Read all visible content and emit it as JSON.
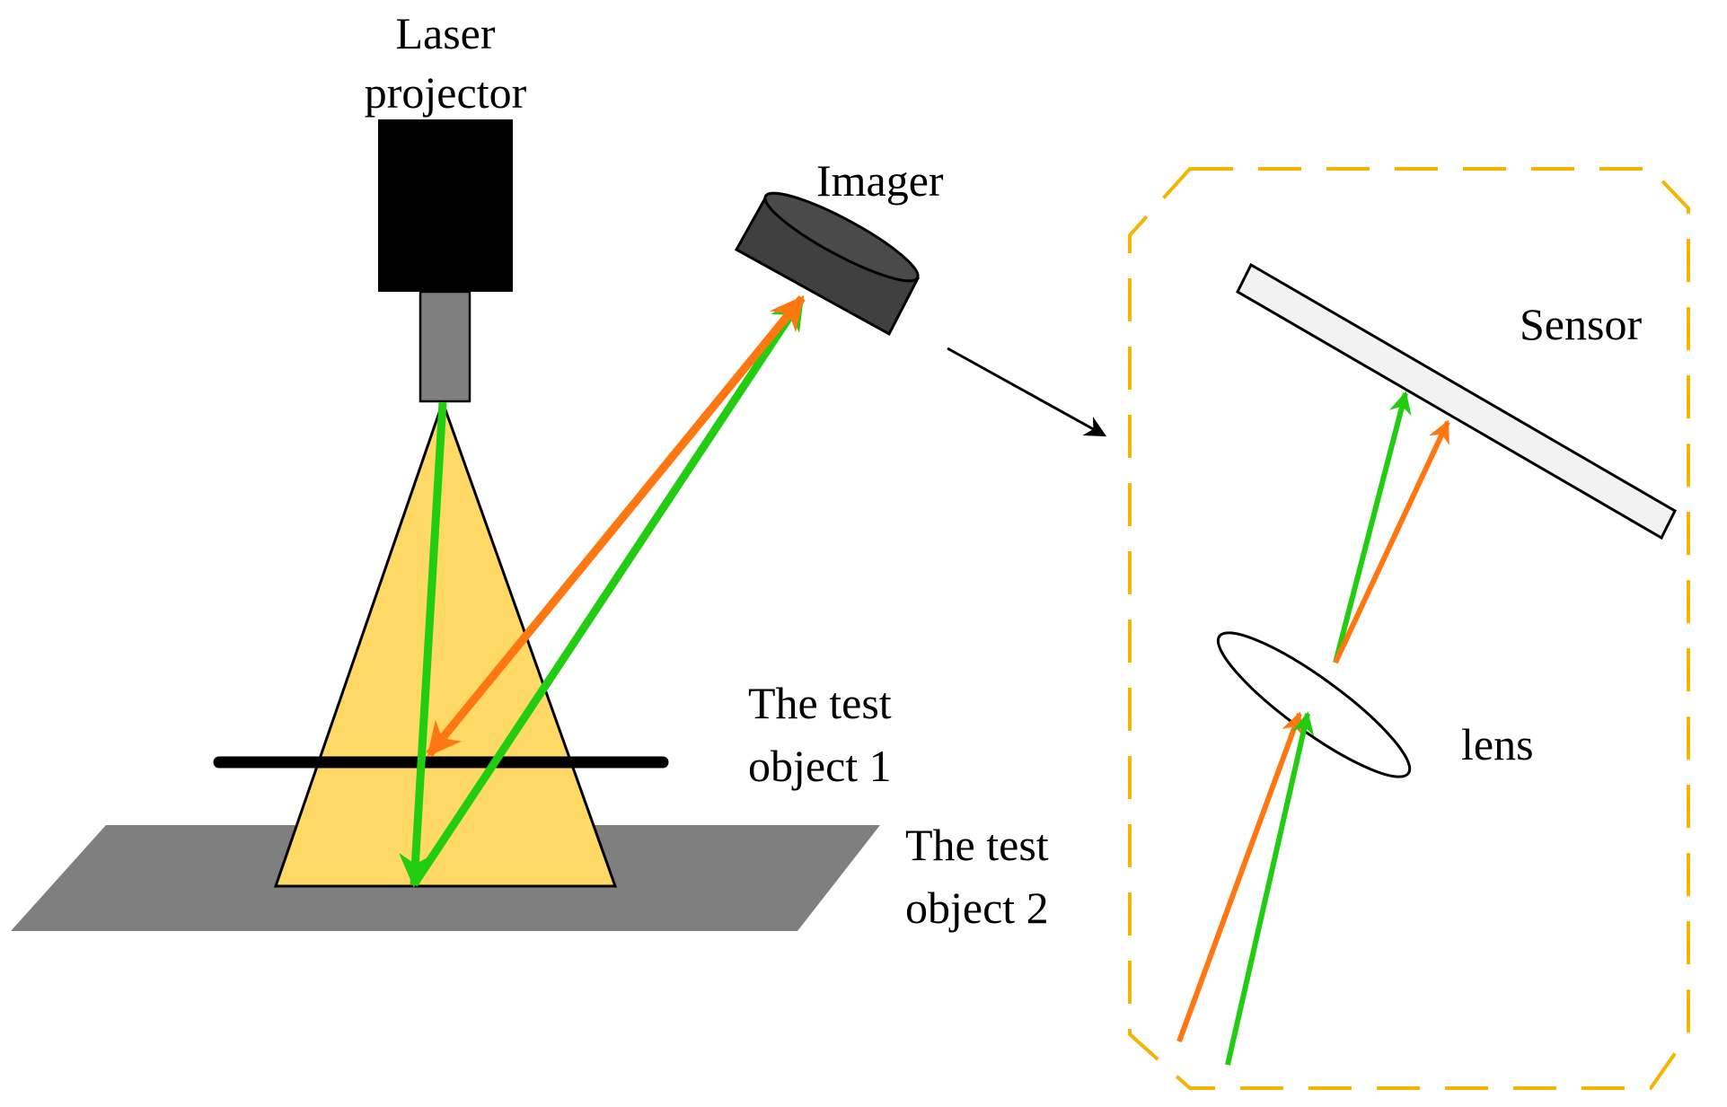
{
  "labels": {
    "laser_line1": "Laser",
    "laser_line2": "projector",
    "imager": "Imager",
    "sensor": "Sensor",
    "lens": "lens",
    "test1_line1": "The test",
    "test1_line2": "object 1",
    "test2_line1": "The test",
    "test2_line2": "object 2"
  },
  "colors": {
    "green_ray": "#22cc11",
    "orange_ray": "#ff7711",
    "light_cone": "#ffd966",
    "ground_plane": "#7f7f7f",
    "projector_body": "#000000",
    "projector_nozzle": "#7f7f7f",
    "imager_body": "#404040",
    "sensor_fill": "#f2f2f2",
    "inset_border": "#f4b400"
  }
}
